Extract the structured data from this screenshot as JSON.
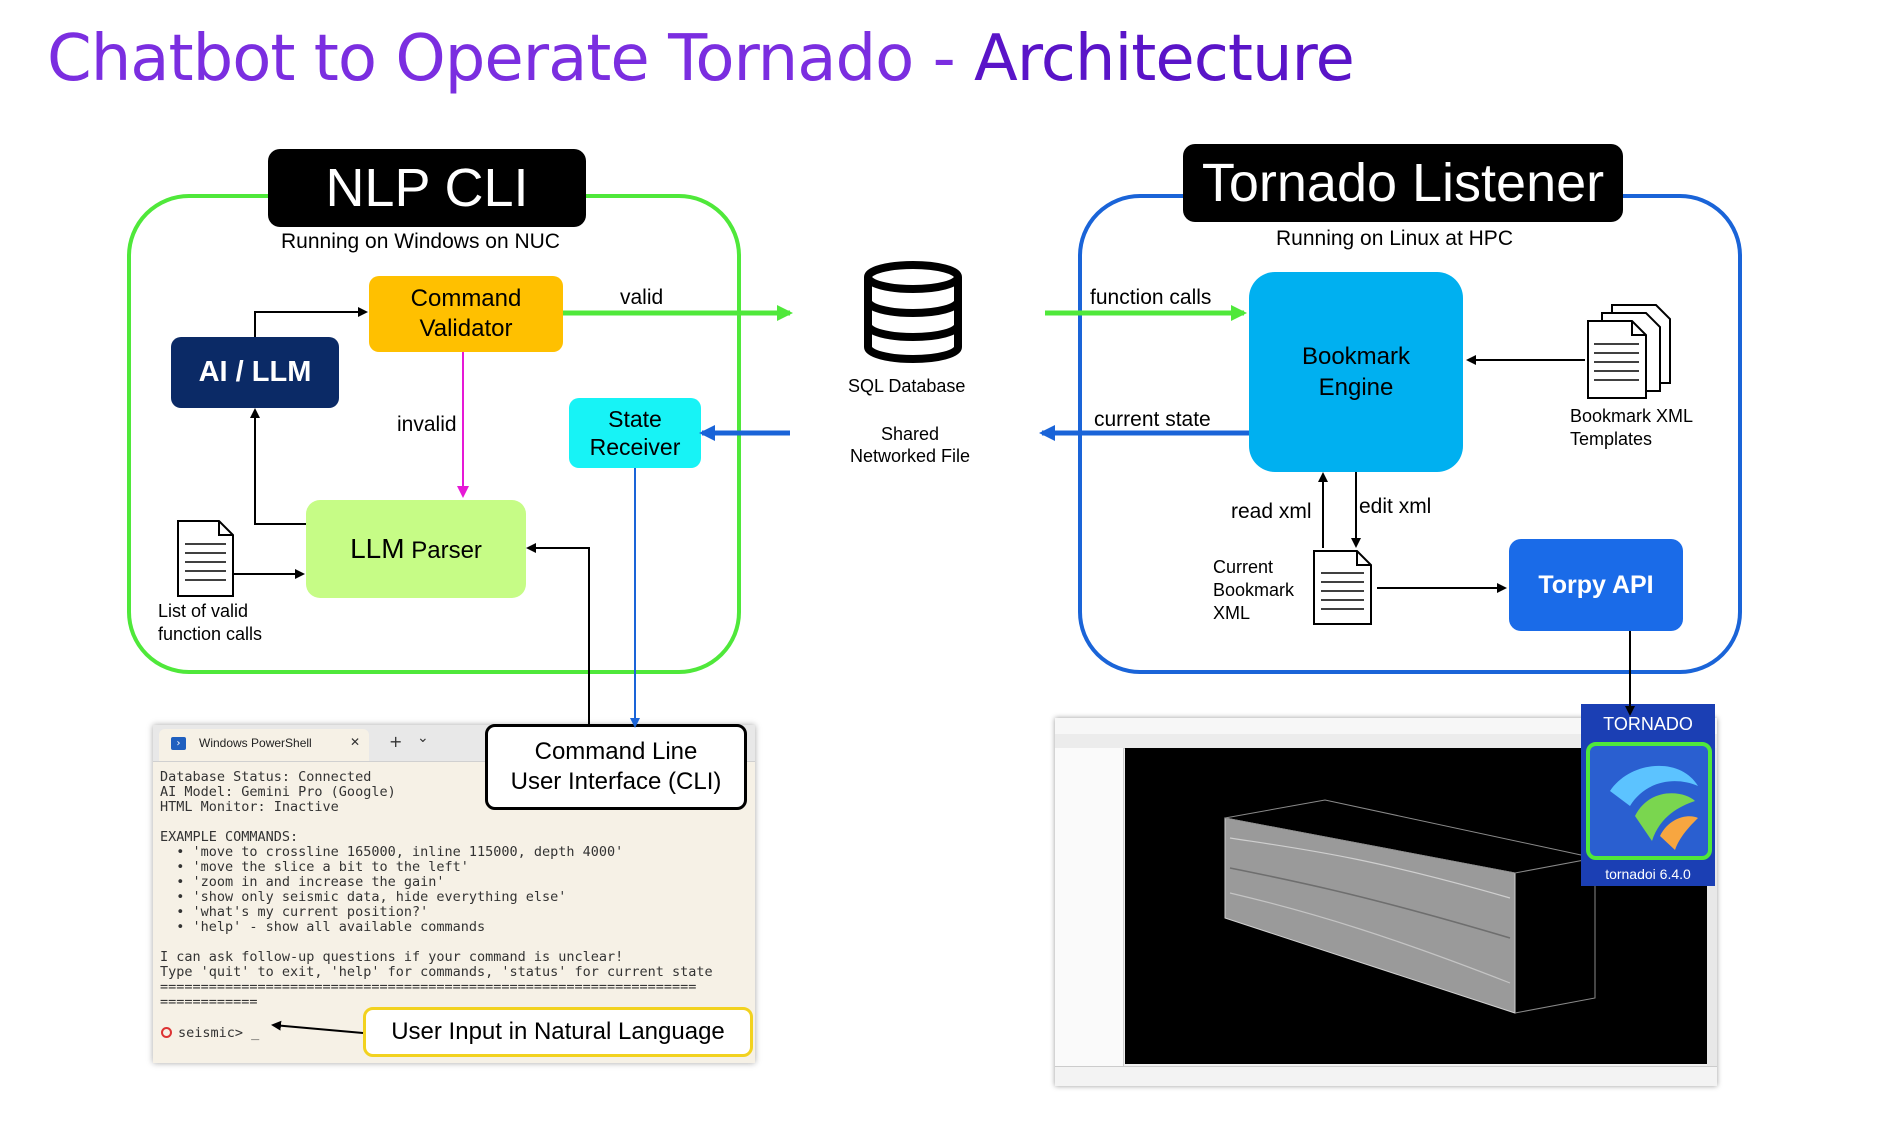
{
  "title": {
    "main": "Chatbot to Operate Tornado - ",
    "emphasis": "Architecture"
  },
  "left_panel": {
    "title": "NLP CLI",
    "subtitle": "Running on Windows on NUC",
    "command_validator": "Command\nValidator",
    "ai_llm": "AI / LLM",
    "llm_parser_main": "LLM",
    "llm_parser_suffix": " Parser",
    "state_receiver": "State\nReceiver",
    "valid_label": "valid",
    "invalid_label": "invalid",
    "function_list_label": "List of valid\nfunction calls"
  },
  "middle": {
    "db_label": "SQL Database",
    "shared_label": "Shared\nNetworked File"
  },
  "right_panel": {
    "title": "Tornado Listener",
    "subtitle": "Running on Linux at HPC",
    "bookmark_engine": "Bookmark\nEngine",
    "function_calls_label": "function calls",
    "current_state_label": "current state",
    "templates_label": "Bookmark XML\nTemplates",
    "read_xml": "read xml",
    "edit_xml": "edit xml",
    "current_xml": "Current\nBookmark\nXML",
    "torpy": "Torpy API"
  },
  "powershell": {
    "tab_title": "Windows PowerShell",
    "tab_close": "✕",
    "new_tab": "+",
    "dropdown": "⌄",
    "lines": [
      "Database Status: Connected",
      "AI Model: Gemini Pro (Google)",
      "HTML Monitor: Inactive",
      "",
      "EXAMPLE COMMANDS:",
      "  • 'move to crossline 165000, inline 115000, depth 4000'",
      "  • 'move the slice a bit to the left'",
      "  • 'zoom in and increase the gain'",
      "  • 'show only seismic data, hide everything else'",
      "  • 'what's my current position?'",
      "  • 'help' - show all available commands",
      "",
      "I can ask follow-up questions if your command is unclear!",
      "Type 'quit' to exit, 'help' for commands, 'status' for current state",
      "==================================================================",
      "============"
    ],
    "prompt": "seismic> _"
  },
  "callouts": {
    "cli": "Command Line\nUser Interface (CLI)",
    "user_input": "User Input in Natural Language"
  },
  "tornado_badge": {
    "title": "TORNADO",
    "version": "tornadoi 6.4.0"
  },
  "colors": {
    "title": "#7b2ee0",
    "left_border": "#4fe83a",
    "right_border": "#1a64d8",
    "validator": "#ffc000",
    "ai_llm": "#0b2a66",
    "parser": "#c6fc86",
    "state_receiver": "#17f3f6",
    "bookmark_engine": "#00b0f0",
    "torpy": "#1a6be8",
    "green_arrow": "#4fe83a",
    "blue_arrow": "#1a64d8",
    "magenta_arrow": "#e619d6"
  }
}
